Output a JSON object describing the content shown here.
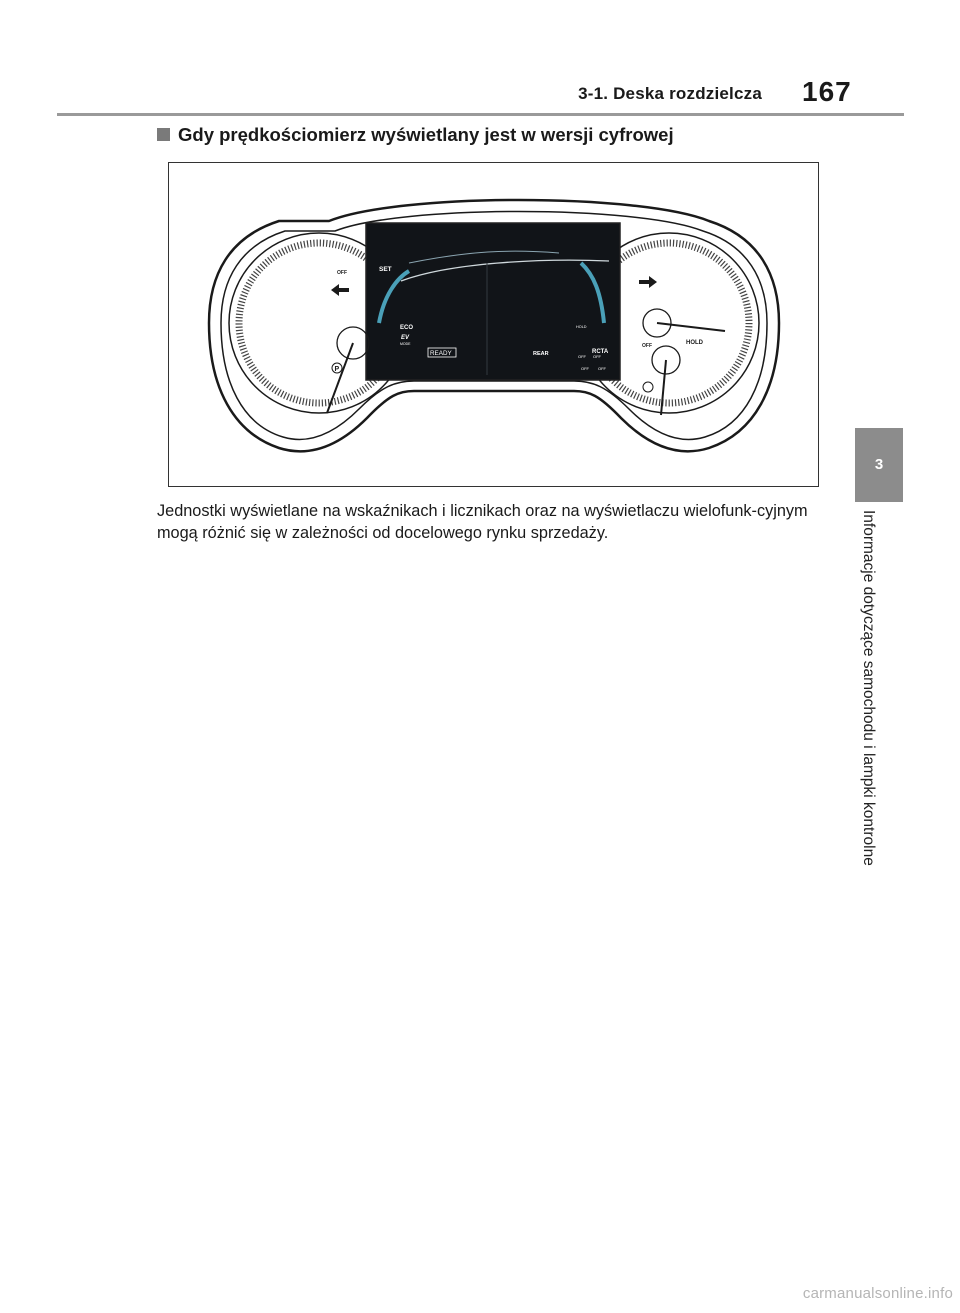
{
  "header": {
    "section": "3-1. Deska rozdzielcza",
    "page_number": "167"
  },
  "side_tab": {
    "chapter_number": "3",
    "chapter_title": "Informacje dotyczące samochodu i lampki kontrolne"
  },
  "section": {
    "heading": "Gdy prędkościomierz wyświetlany jest w wersji cyfrowej"
  },
  "figure": {
    "labels": {
      "off_top_left": "OFF",
      "set": "SET",
      "eco": "ECO",
      "ev": "EV",
      "mode": "MODE",
      "ready": "READY",
      "rear": "REAR",
      "hold_small": "HOLD",
      "rcta": "RCTA",
      "off_a": "OFF",
      "off_b": "OFF",
      "off_c": "OFF",
      "off_d": "OFF",
      "off_right": "OFF",
      "hold_right": "HOLD",
      "p": "P"
    }
  },
  "body": {
    "paragraph": "Jednostki wyświetlane na wskaźnikach i licznikach oraz na wyświetlaczu wielofunk-cyjnym mogą różnić się w zależności od docelowego rynku sprzedaży."
  },
  "footer": {
    "watermark": "carmanualsonline.info"
  }
}
